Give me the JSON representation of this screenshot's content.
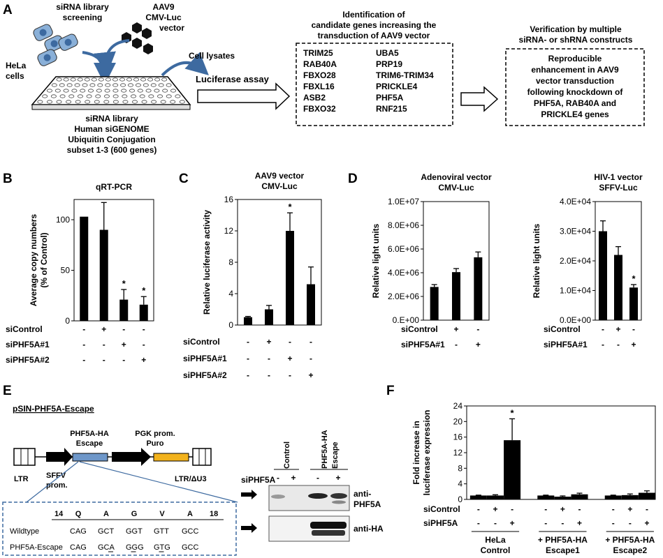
{
  "panels": {
    "A": "A",
    "B": "B",
    "C": "C",
    "D": "D",
    "E": "E",
    "F": "F"
  },
  "panelA": {
    "screening": [
      "siRNA library",
      "screening"
    ],
    "vector": [
      "AAV9",
      "CMV-Luc",
      "vector"
    ],
    "cells": [
      "HeLa",
      "cells"
    ],
    "lysates": "Cell lysates",
    "assay": "Luciferase assay",
    "library": [
      "siRNA library",
      "Human siGENOME",
      "Ubiquitin Conjugation",
      "subset 1-3 (600 genes)"
    ],
    "ident_title": [
      "Identification of",
      "candidate genes increasing the",
      "transduction of AAV9 vector"
    ],
    "genes_left": [
      "TRIM25",
      "RAB40A",
      "FBXO28",
      "FBXL16",
      "ASB2",
      "FBXO32"
    ],
    "genes_right": [
      "UBA5",
      "PRP19",
      "TRIM6-TRIM34",
      "PRICKLE4",
      "PHF5A",
      "RNF215"
    ],
    "verif_title": [
      "Verification by multiple",
      "siRNA- or shRNA constructs"
    ],
    "verif_box": [
      "Reproducible",
      "enhancement in AAV9",
      "vector transduction",
      "following knockdown of",
      "PHF5A, RAB40A and",
      "PRICKLE4 genes"
    ]
  },
  "panelE": {
    "construct": "pSIN-PHF5A-Escape",
    "ltr": "LTR",
    "sffv": [
      "SFFV",
      "prom."
    ],
    "phf": [
      "PHF5A-HA",
      "Escape"
    ],
    "pgk": [
      "PGK prom.",
      "Puro"
    ],
    "ltr3": "LTR/ΔU3",
    "seq_idx": [
      "14",
      "Q",
      "A",
      "G",
      "V",
      "A",
      "18"
    ],
    "wt_label": "Wildtype",
    "wt": [
      "CAG",
      "GCT",
      "GGT",
      "GTT",
      "GCC"
    ],
    "esc_label": "PHF5A-Escape",
    "esc": [
      "CAG",
      "GCA",
      "GGG",
      "GTG",
      "GCC"
    ],
    "blot_cols": [
      "Control",
      [
        "PHF5A-HA",
        "Escape"
      ]
    ],
    "blot_row": "siPHF5A",
    "blot_signs": [
      "-",
      "+",
      "-",
      "+"
    ],
    "anti1": [
      "anti-",
      "PHF5A"
    ],
    "anti2": "anti-HA"
  },
  "chart_data": [
    {
      "id": "B",
      "type": "bar",
      "title": "qRT-PCR",
      "ylabel": "Average  copy numbers (% of Control)",
      "ylim": [
        0,
        120
      ],
      "yticks": [
        0,
        50,
        100
      ],
      "values": [
        103,
        90,
        21,
        16
      ],
      "errors": [
        0,
        27,
        10,
        8
      ],
      "sig": [
        "",
        "",
        "*",
        "*"
      ],
      "rows": [
        {
          "label": "siControl",
          "signs": [
            "-",
            "+",
            "-",
            "-"
          ]
        },
        {
          "label": "siPHF5A#1",
          "signs": [
            "-",
            "-",
            "+",
            "-"
          ]
        },
        {
          "label": "siPHF5A#2",
          "signs": [
            "-",
            "-",
            "-",
            "+"
          ]
        }
      ]
    },
    {
      "id": "C",
      "type": "bar",
      "title": "AAV9 vector CMV-Luc",
      "ylabel": "Relative luciferase activity",
      "ylim": [
        0,
        16
      ],
      "yticks": [
        0,
        4,
        8,
        12,
        16
      ],
      "values": [
        1,
        2,
        12,
        5.2
      ],
      "errors": [
        0.1,
        0.5,
        2.3,
        2.2
      ],
      "sig": [
        "",
        "",
        "*",
        ""
      ],
      "rows": [
        {
          "label": "siControl",
          "signs": [
            "-",
            "+",
            "-",
            "-"
          ]
        },
        {
          "label": "siPHF5A#1",
          "signs": [
            "-",
            "-",
            "+",
            "-"
          ]
        },
        {
          "label": "siPHF5A#2",
          "signs": [
            "-",
            "-",
            "-",
            "+"
          ]
        }
      ]
    },
    {
      "id": "D1",
      "type": "bar",
      "title": "Adenoviral vector CMV-Luc",
      "ylabel": "Relative light units",
      "ylim": [
        0,
        10000000
      ],
      "yticks": [
        "0.E+00",
        "2.0E+06",
        "4.0E+06",
        "6.0E+06",
        "8.0E+06",
        "1.0E+07"
      ],
      "values": [
        2800000,
        4050000,
        5300000
      ],
      "errors": [
        200000,
        300000,
        450000
      ],
      "sig": [
        "",
        "",
        ""
      ],
      "rows": [
        {
          "label": "siControl",
          "signs": [
            "-",
            "+",
            "-"
          ]
        },
        {
          "label": "siPHF5A#1",
          "signs": [
            "-",
            "-",
            "+"
          ]
        }
      ]
    },
    {
      "id": "D2",
      "type": "bar",
      "title": "HIV-1 vector SFFV-Luc",
      "ylabel": "Relative light units",
      "ylim": [
        0,
        40000
      ],
      "yticks": [
        "0.0E+00",
        "1.0E+04",
        "2.0E+04",
        "3.0E+04",
        "4.0E+04"
      ],
      "values": [
        30000,
        22000,
        11000
      ],
      "errors": [
        3500,
        2800,
        1000
      ],
      "sig": [
        "",
        "",
        "*"
      ],
      "rows": [
        {
          "label": "siControl",
          "signs": [
            "-",
            "+",
            "-"
          ]
        },
        {
          "label": "siPHF5A#1",
          "signs": [
            "-",
            "-",
            "+"
          ]
        }
      ]
    },
    {
      "id": "F",
      "type": "bar",
      "title": "",
      "ylabel": "Fold increase in luciferase expression",
      "ylim": [
        0,
        24
      ],
      "yticks": [
        0,
        4,
        8,
        12,
        16,
        20,
        24
      ],
      "values": [
        1,
        1,
        15.2,
        1,
        0.7,
        1.3,
        1,
        1.1,
        1.7
      ],
      "errors": [
        0.1,
        0.2,
        5.5,
        0.1,
        0.2,
        0.3,
        0.1,
        0.3,
        0.5
      ],
      "sig": [
        "",
        "",
        "*",
        "",
        "",
        "",
        "",
        "",
        ""
      ],
      "rows": [
        {
          "label": "siControl",
          "signs": [
            "-",
            "+",
            "-",
            "-",
            "+",
            "-",
            "-",
            "+",
            "-"
          ]
        },
        {
          "label": "siPHF5A",
          "signs": [
            "-",
            "-",
            "+",
            "-",
            "-",
            "+",
            "-",
            "-",
            "+"
          ]
        }
      ],
      "groups": [
        [
          "HeLa",
          "Control"
        ],
        [
          "+ PHF5A-HA",
          "Escape1"
        ],
        [
          "+ PHF5A-HA",
          "Escape2"
        ]
      ]
    }
  ]
}
